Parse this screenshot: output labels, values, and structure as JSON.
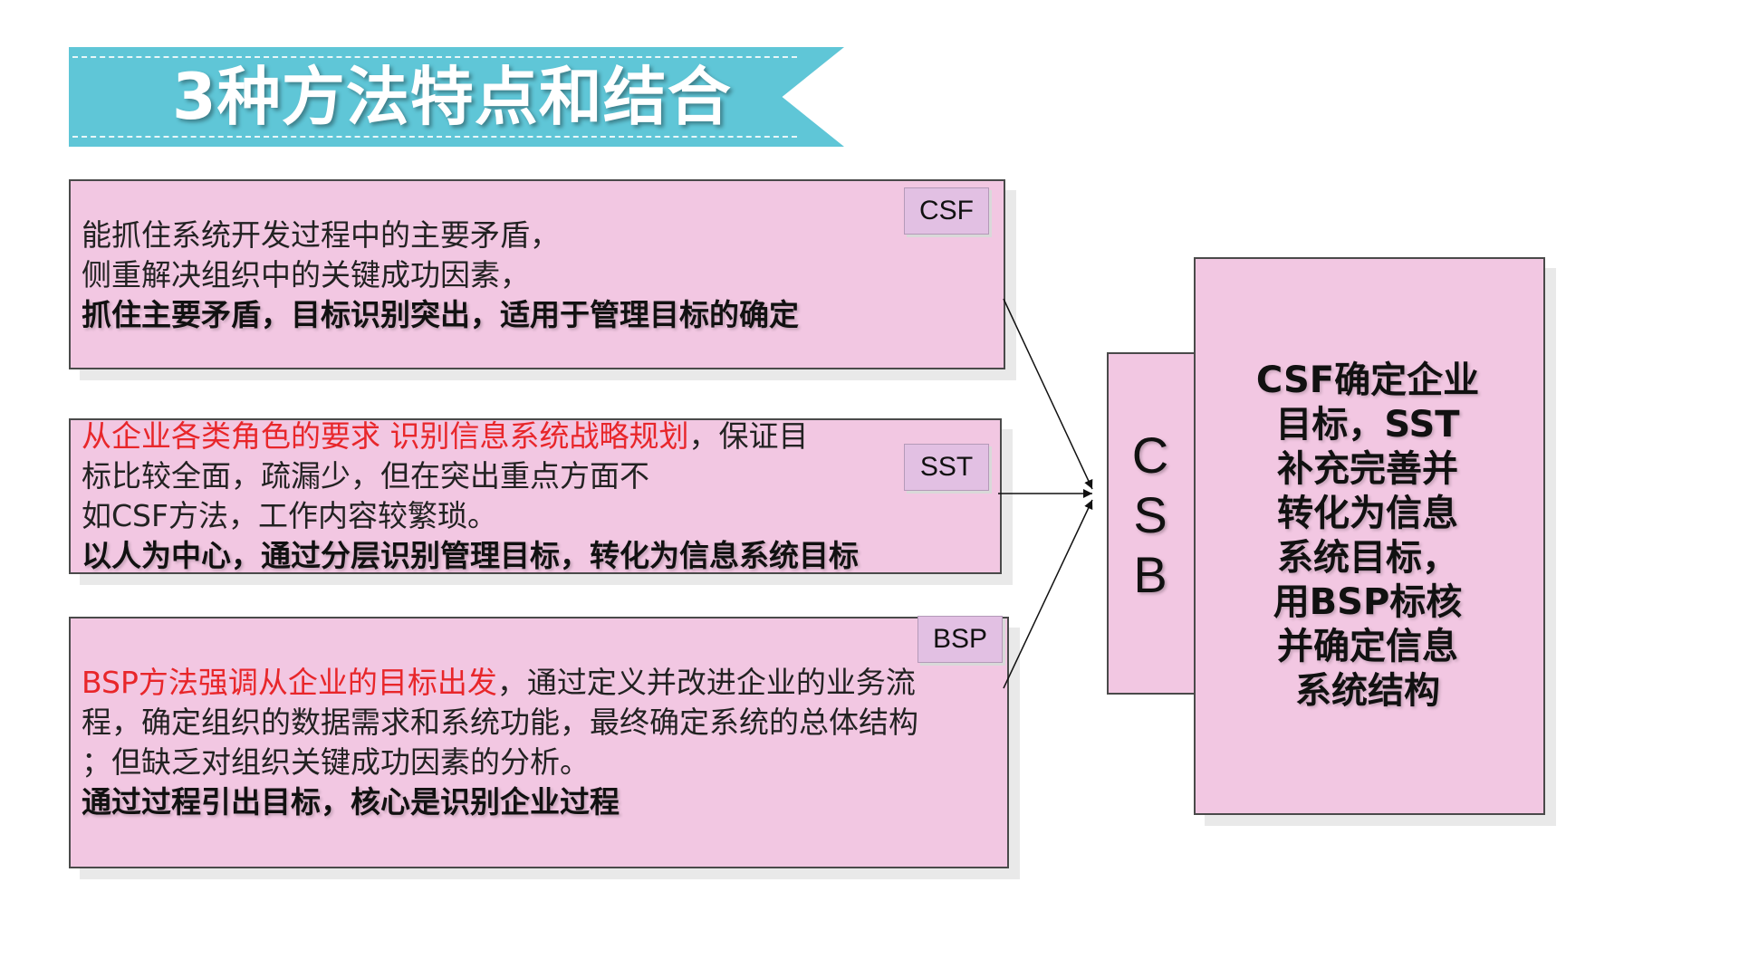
{
  "title": "3种方法特点和结合",
  "colors": {
    "ribbon": "#5fc6d7",
    "box_fill": "#f2c7e2",
    "tag_fill": "#e2c0e3",
    "highlight_red": "#e8262a"
  },
  "csf": {
    "tag": "CSF",
    "lines": [
      "能抓住系统开发过程中的主要矛盾，",
      "侧重解决组织中的关键成功因素，"
    ],
    "summary": "抓住主要矛盾，目标识别突出，适用于管理目标的确定"
  },
  "sst": {
    "tag": "SST",
    "line1_red": "从企业各类角色的要求 识别信息系统战略规划",
    "line1_rest": "，保证目",
    "lines": [
      "标比较全面，疏漏少，但在突出重点方面不",
      "如CSF方法，工作内容较繁琐。"
    ],
    "summary": "以人为中心，通过分层识别管理目标，转化为信息系统目标"
  },
  "bsp": {
    "tag": "BSP",
    "line1_red": "BSP方法强调从企业的目标出发",
    "line1_rest": "，通过定义并改进企业的业务流",
    "lines": [
      "程，确定组织的数据需求和系统功能，最终确定系统的总体结构",
      "；但缺乏对组织关键成功因素的分析。"
    ],
    "summary": "通过过程引出目标，核心是识别企业过程"
  },
  "csb": {
    "letters": [
      "C",
      "S",
      "B"
    ]
  },
  "result": {
    "lines": [
      "CSF确定企业",
      "目标，SST",
      "补充完善并",
      "转化为信息",
      "系统目标，",
      "用BSP标核",
      "并确定信息",
      "系统结构"
    ]
  }
}
